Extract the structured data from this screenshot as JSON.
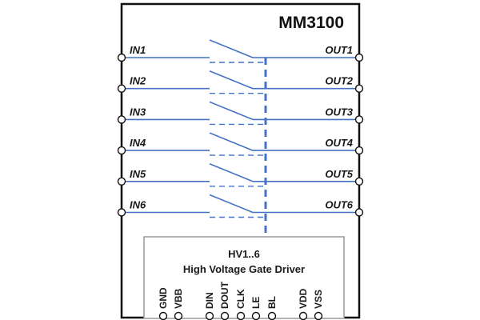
{
  "chip": {
    "title": "MM3100",
    "inputs": [
      "IN1",
      "IN2",
      "IN3",
      "IN4",
      "IN5",
      "IN6"
    ],
    "outputs": [
      "OUT1",
      "OUT2",
      "OUT3",
      "OUT4",
      "OUT5",
      "OUT6"
    ],
    "driver": {
      "bus_label": "HV1..6",
      "name": "High Voltage Gate Driver",
      "pins": [
        "GND",
        "VBB",
        "DIN",
        "DOUT",
        "CLK",
        "LE",
        "BL",
        "VDD",
        "VSS"
      ]
    },
    "colors": {
      "wire": "#4472c4",
      "outline": "#111111",
      "driver_border": "#9a9a9a",
      "dashed": "#4472c4"
    }
  }
}
